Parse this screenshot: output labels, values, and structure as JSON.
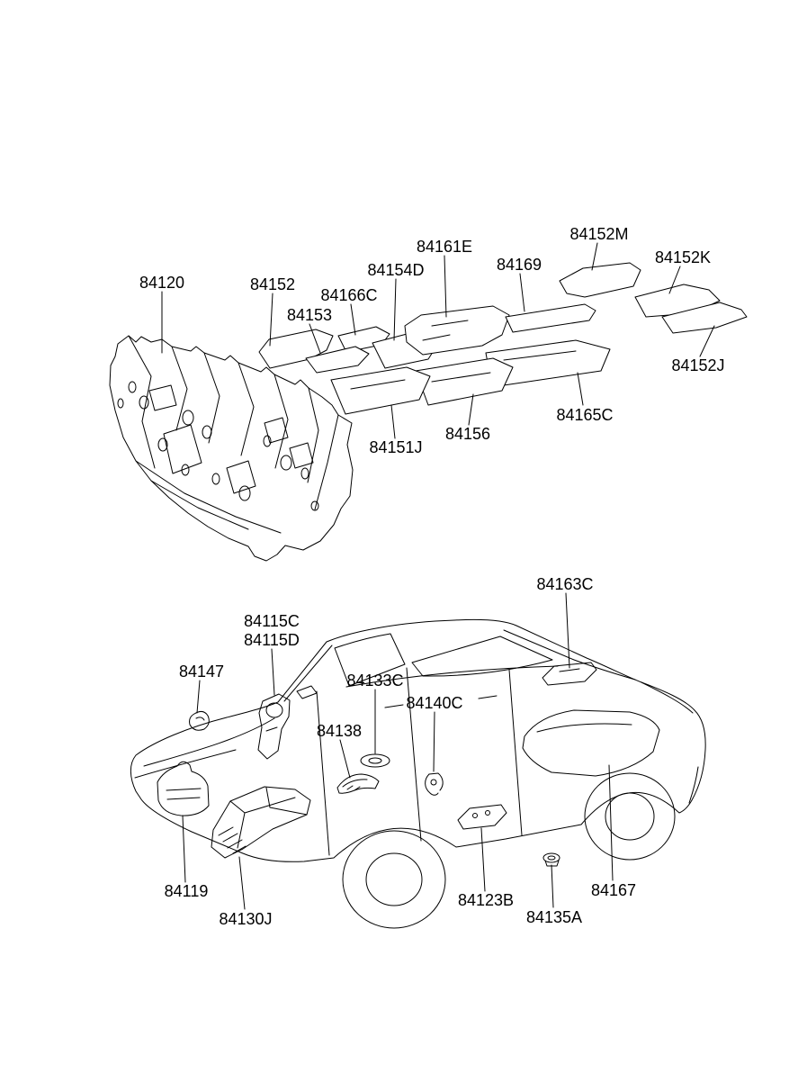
{
  "page": {
    "background": "#ffffff",
    "line_color": "#000000",
    "kind": "vehicle isolation pad parts diagram"
  },
  "labels": {
    "84120": "84120",
    "84152": "84152",
    "84153": "84153",
    "84166C": "84166C",
    "84154D": "84154D",
    "84161E": "84161E",
    "84169": "84169",
    "84152M": "84152M",
    "84152K": "84152K",
    "84152J": "84152J",
    "84165C": "84165C",
    "84156": "84156",
    "84151J": "84151J",
    "84163C": "84163C",
    "84115C": "84115C",
    "84115D": "84115D",
    "84147": "84147",
    "84133C": "84133C",
    "84140C": "84140C",
    "84138": "84138",
    "84119": "84119",
    "84130J": "84130J",
    "84123B": "84123B",
    "84135A": "84135A",
    "84167": "84167"
  }
}
